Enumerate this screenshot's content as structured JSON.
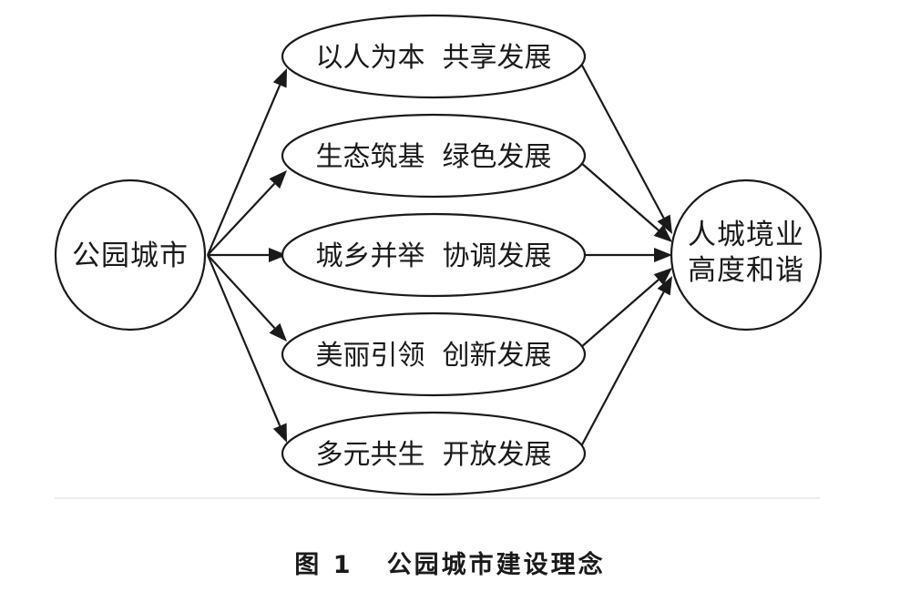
{
  "diagram": {
    "source_node": {
      "label": "公园城市"
    },
    "concepts": [
      {
        "label": "以人为本  共享发展"
      },
      {
        "label": "生态筑基  绿色发展"
      },
      {
        "label": "城乡并举  协调发展"
      },
      {
        "label": "美丽引领  创新发展"
      },
      {
        "label": "多元共生  开放发展"
      }
    ],
    "target_node": {
      "line1": "人城境业",
      "line2": "高度和谐"
    }
  },
  "caption": {
    "figure_number": "图 1",
    "title": "公园城市建设理念"
  }
}
